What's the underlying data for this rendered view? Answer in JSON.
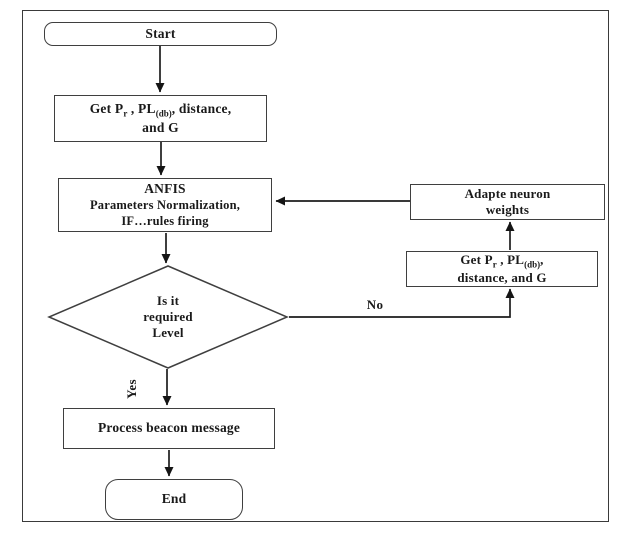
{
  "flowchart": {
    "nodes": {
      "start": {
        "label": "Start"
      },
      "get_params": {
        "l1a": "Get P",
        "l1a_sub": "r",
        "l1b": " , PL",
        "l1b_sub": "(db)",
        "l1c": ", distance,",
        "line2": "and G"
      },
      "anfis": {
        "line1": "ANFIS",
        "line2": "Parameters Normalization,",
        "line3": "IF…rules firing"
      },
      "decision": {
        "line1": "Is it",
        "line2": "required",
        "line3": "Level"
      },
      "adapt_weights": {
        "line1": "Adapte neuron",
        "line2": "weights"
      },
      "get_params_loop": {
        "l1a": "Get P",
        "l1a_sub": "r",
        "l1b": " , PL",
        "l1b_sub": "(db)",
        "l1c": ",",
        "line2": "distance, and G"
      },
      "process_beacon": {
        "label": "Process beacon message"
      },
      "end": {
        "label": "End"
      }
    },
    "edge_labels": {
      "yes": "Yes",
      "no": "No"
    }
  },
  "colors": {
    "background": "#ffffff",
    "frame_border": "#3a3a3a",
    "box_border": "#3f3f3f",
    "arrow": "#1d1d1d",
    "text": "#1a1a1a"
  }
}
